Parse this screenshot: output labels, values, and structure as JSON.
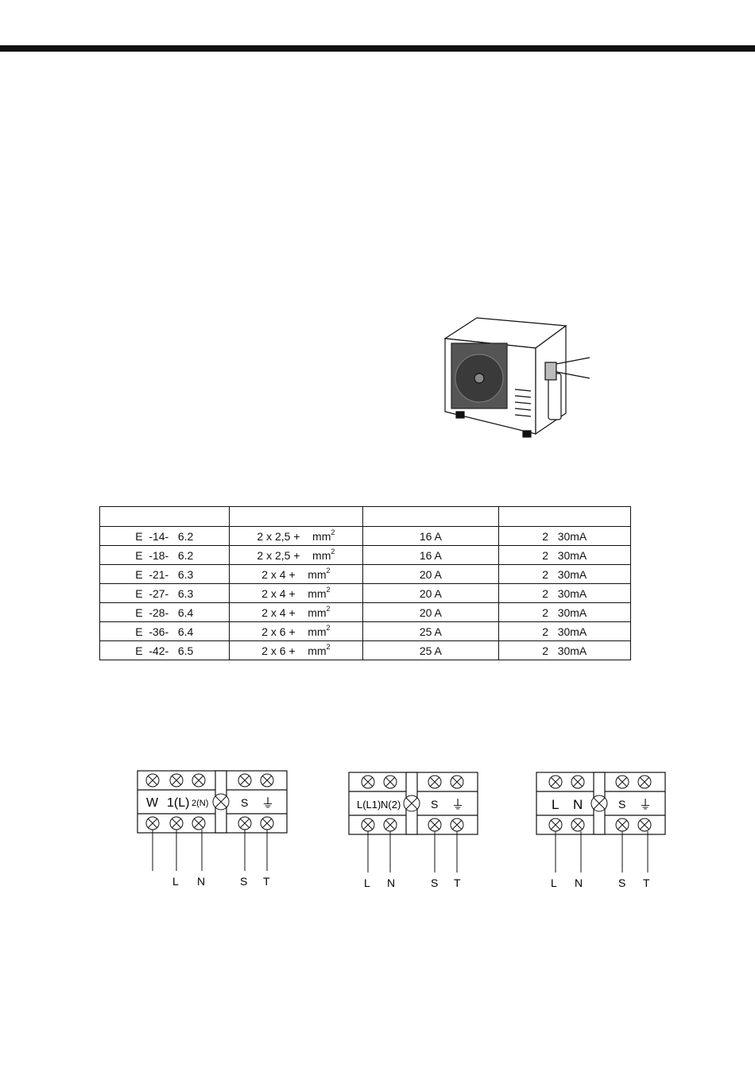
{
  "table": {
    "headers": [
      "",
      "",
      "",
      ""
    ],
    "rows": [
      {
        "model": "E  -14-   6.2",
        "cable": "2 x 2,5 +    mm",
        "cable_sup": "2",
        "fuse": "16 A",
        "rcd": "2   30mA"
      },
      {
        "model": "E  -18-   6.2",
        "cable": "2 x 2,5 +    mm",
        "cable_sup": "2",
        "fuse": "16 A",
        "rcd": "2   30mA"
      },
      {
        "model": "E  -21-   6.3",
        "cable": "2 x 4 +    mm",
        "cable_sup": "2",
        "fuse": "20 A",
        "rcd": "2   30mA"
      },
      {
        "model": "E  -27-   6.3",
        "cable": "2 x 4 +    mm",
        "cable_sup": "2",
        "fuse": "20 A",
        "rcd": "2   30mA"
      },
      {
        "model": "E  -28-   6.4",
        "cable": "2 x 4 +    mm",
        "cable_sup": "2",
        "fuse": "20 A",
        "rcd": "2   30mA"
      },
      {
        "model": "E  -36-   6.4",
        "cable": "2 x 6 +    mm",
        "cable_sup": "2",
        "fuse": "25 A",
        "rcd": "2   30mA"
      },
      {
        "model": "E  -42-   6.5",
        "cable": "2 x 6 +    mm",
        "cable_sup": "2",
        "fuse": "25 A",
        "rcd": "2   30mA"
      }
    ]
  },
  "diagrams": {
    "d1": {
      "block_labels": [
        "W",
        "1(L)",
        "2(N)",
        "S",
        "⏚"
      ],
      "wire_labels": [
        "",
        "L",
        "N",
        "S",
        "T"
      ]
    },
    "d2": {
      "block_labels": [
        "L(L1)",
        "N(2)",
        "S",
        "⏚"
      ],
      "wire_labels": [
        "L",
        "N",
        "S",
        "T"
      ]
    },
    "d3": {
      "block_labels": [
        "L",
        "N",
        "S",
        "⏚"
      ],
      "wire_labels": [
        "L",
        "N",
        "S",
        "T"
      ]
    }
  },
  "icons": {
    "screw": "screw-terminal-icon",
    "ground": "ground-icon",
    "outdoor_unit": "outdoor-unit-icon"
  }
}
